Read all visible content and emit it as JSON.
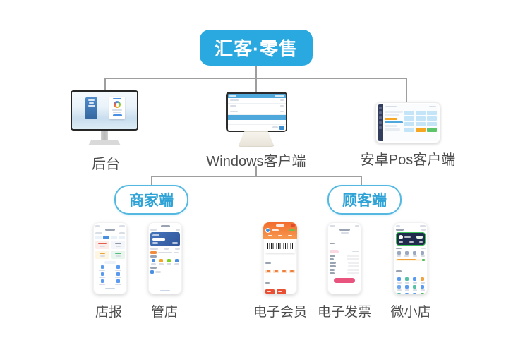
{
  "root": {
    "label": "汇客·零售"
  },
  "tiers": {
    "devices": [
      {
        "id": "backend",
        "label": "后台",
        "icon": "desktop-monitor-icon"
      },
      {
        "id": "windows-client",
        "label": "Windows客户端",
        "icon": "pos-terminal-icon"
      },
      {
        "id": "android-pos",
        "label": "安卓Pos客户端",
        "icon": "tablet-icon"
      }
    ],
    "branches": [
      {
        "id": "merchant",
        "label": "商家端"
      },
      {
        "id": "customer",
        "label": "顾客端"
      }
    ],
    "apps": [
      {
        "id": "dianbao",
        "label": "店报",
        "branch": "merchant",
        "icon": "phone-app-icon"
      },
      {
        "id": "guandian",
        "label": "管店",
        "branch": "merchant",
        "icon": "phone-app-icon"
      },
      {
        "id": "e-member",
        "label": "电子会员",
        "branch": "customer",
        "icon": "phone-app-icon"
      },
      {
        "id": "e-invoice",
        "label": "电子发票",
        "branch": "customer",
        "icon": "phone-app-icon"
      },
      {
        "id": "micro-store",
        "label": "微小店",
        "branch": "customer",
        "icon": "phone-app-icon"
      }
    ]
  },
  "colors": {
    "accent_blue": "#29A9E0",
    "pill_border": "#54B8E0",
    "pill_text": "#2FA3D6",
    "connector_gray": "#9E9E9E",
    "label_text": "#4D4D4D"
  }
}
